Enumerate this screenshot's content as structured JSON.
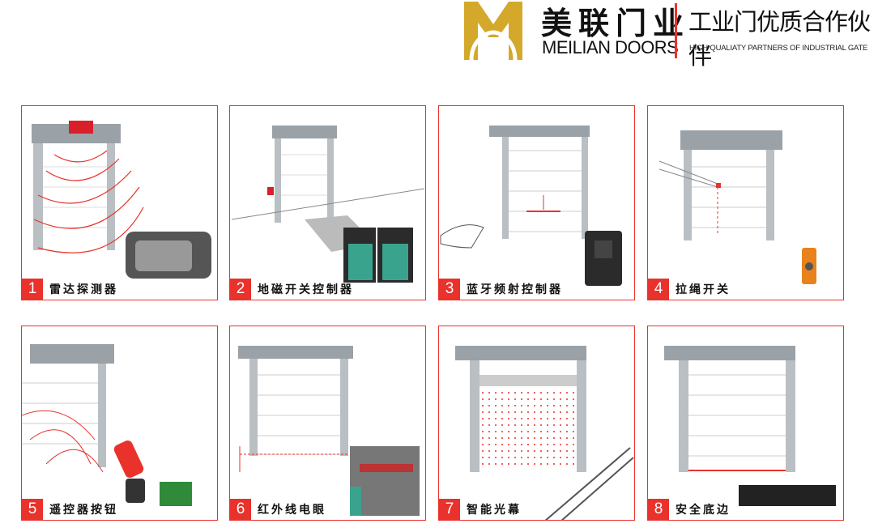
{
  "header": {
    "brand_cn": "美联门业",
    "brand_en": "MEILIAN DOORS",
    "slogan_cn": "工业门优质合作伙伴",
    "slogan_en": "HIGH QUALIATY PARTNERS OF INDUSTRIAL GATE"
  },
  "colors": {
    "accent": "#e8322b",
    "gold": "#d4a82a",
    "frame": "#a9b0b5"
  },
  "items": [
    {
      "num": "1",
      "label": "雷达探测器"
    },
    {
      "num": "2",
      "label": "地磁开关控制器"
    },
    {
      "num": "3",
      "label": "蓝牙频射控制器"
    },
    {
      "num": "4",
      "label": "拉绳开关"
    },
    {
      "num": "5",
      "label": "遥控器按钮"
    },
    {
      "num": "6",
      "label": "红外线电眼"
    },
    {
      "num": "7",
      "label": "智能光幕"
    },
    {
      "num": "8",
      "label": "安全底边"
    }
  ]
}
